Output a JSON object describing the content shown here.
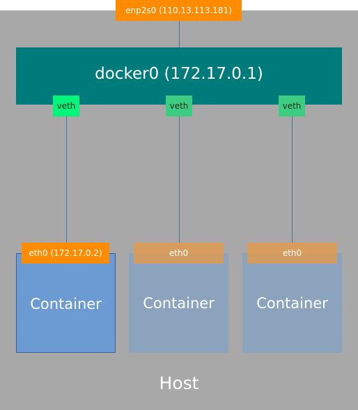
{
  "host": {
    "label": "Host",
    "background": "#a8a8a8"
  },
  "nic": {
    "label": "enp2s0 (110.13.113.181)",
    "color": "#ff8c00"
  },
  "bridge": {
    "label": "docker0 (172.17.0.1)",
    "color": "#007b7b"
  },
  "veths": [
    {
      "label": "veth",
      "color": "#00f57a"
    },
    {
      "label": "veth",
      "color": "#3ccd82"
    },
    {
      "label": "veth",
      "color": "#3ccd82"
    }
  ],
  "containers": [
    {
      "label": "Container",
      "interface": "eth0 (172.17.0.2)",
      "state": "active"
    },
    {
      "label": "Container",
      "interface": "eth0",
      "state": "dim"
    },
    {
      "label": "Container",
      "interface": "eth0",
      "state": "dim"
    }
  ]
}
